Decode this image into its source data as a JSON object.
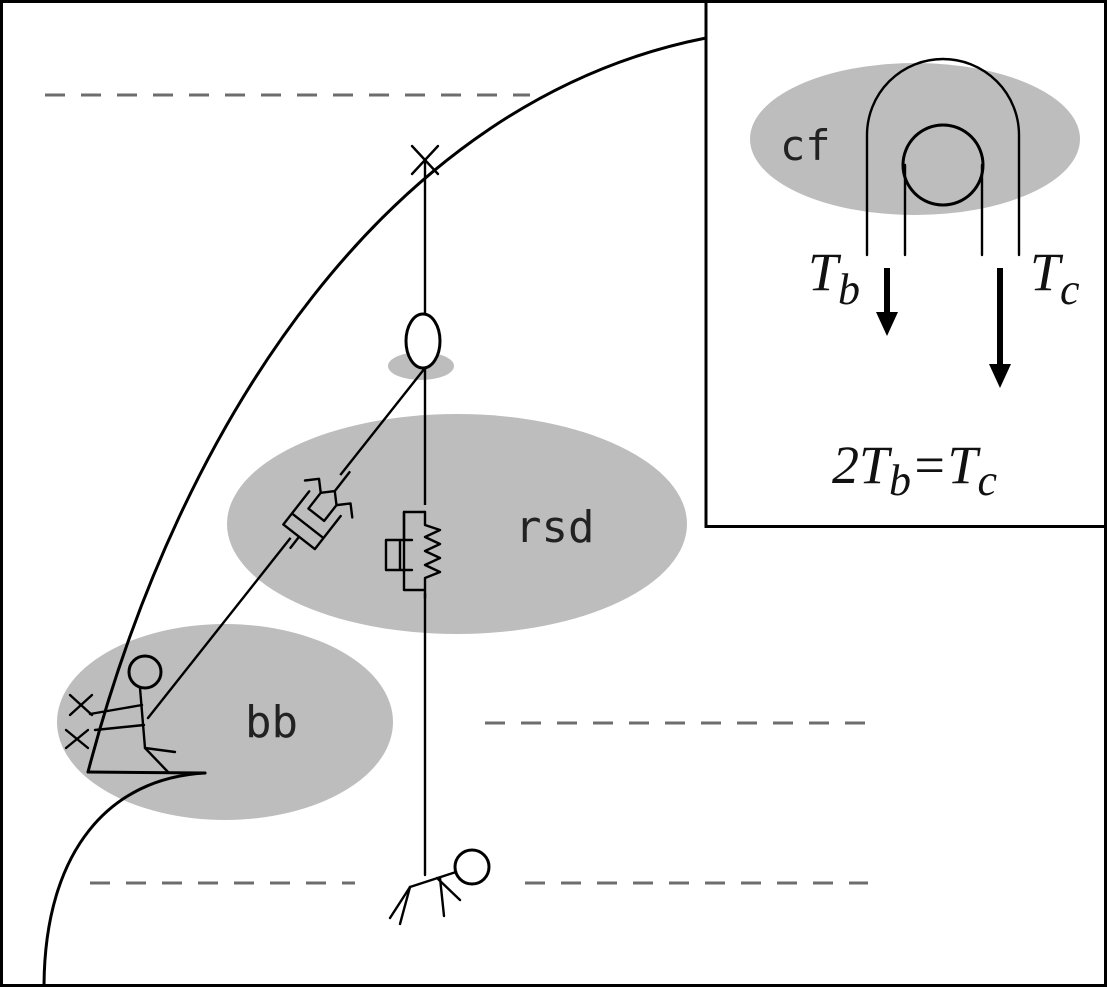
{
  "labels": {
    "belay_bay": "bb",
    "rope_stretch_device": "rsd",
    "carabiner_friction": "cf"
  },
  "inset": {
    "tension_belayer": {
      "main": "T",
      "sub": "b"
    },
    "tension_climber": {
      "main": "T",
      "sub": "c"
    },
    "equation": {
      "coef": "2",
      "lhs_main": "T",
      "lhs_sub": "b",
      "eq": "=",
      "rhs_main": "T",
      "rhs_sub": "c"
    }
  },
  "colors": {
    "zone_fill": "#bdbdbd",
    "line": "#000000",
    "dashed_line": "#6d6d6d",
    "background": "#ffffff"
  }
}
